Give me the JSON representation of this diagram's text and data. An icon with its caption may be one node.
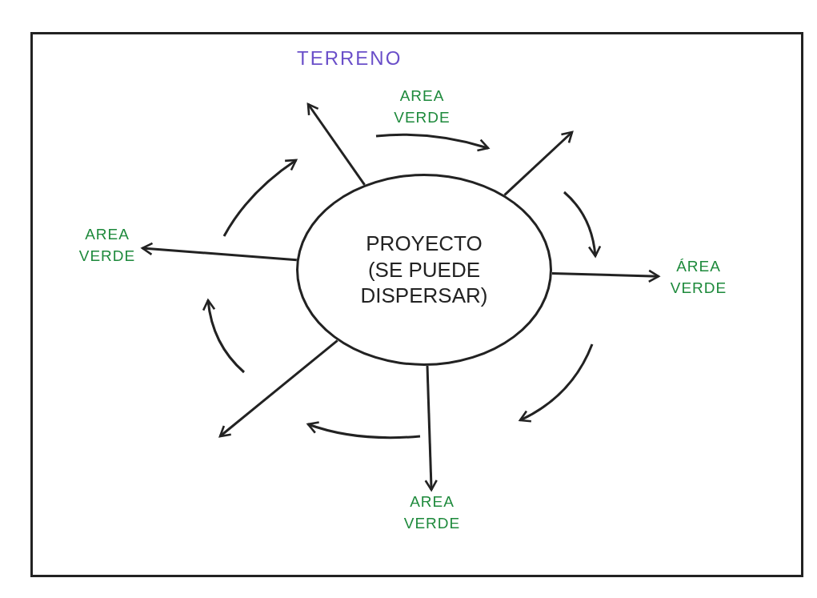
{
  "diagram": {
    "nodes": [
      {
        "text": [
          "TERRENO"
        ]
      },
      {
        "text": [
          "PROYECTO (SE PUEDE DISPERSAR)"
        ],
        "in": 0
      },
      {
        "text": [
          "AREA VERDE"
        ],
        "in": 0
      },
      {
        "text": [
          "AREA VERDE"
        ],
        "in": 0
      },
      {
        "text": [
          "ÁREA VERDE"
        ],
        "in": 0
      },
      {
        "text": [
          "AREA VERDE"
        ],
        "in": 0
      }
    ],
    "edges": [
      {
        "from": 1,
        "to": null,
        "arrow": "to"
      },
      {
        "from": 1,
        "to": null,
        "arrow": "to"
      },
      {
        "from": 1,
        "to": 3,
        "arrow": "to"
      },
      {
        "from": 1,
        "to": 4,
        "arrow": "to"
      },
      {
        "from": 1,
        "to": 5,
        "arrow": "to"
      },
      {
        "from": 1,
        "to": null,
        "arrow": "to"
      }
    ]
  }
}
